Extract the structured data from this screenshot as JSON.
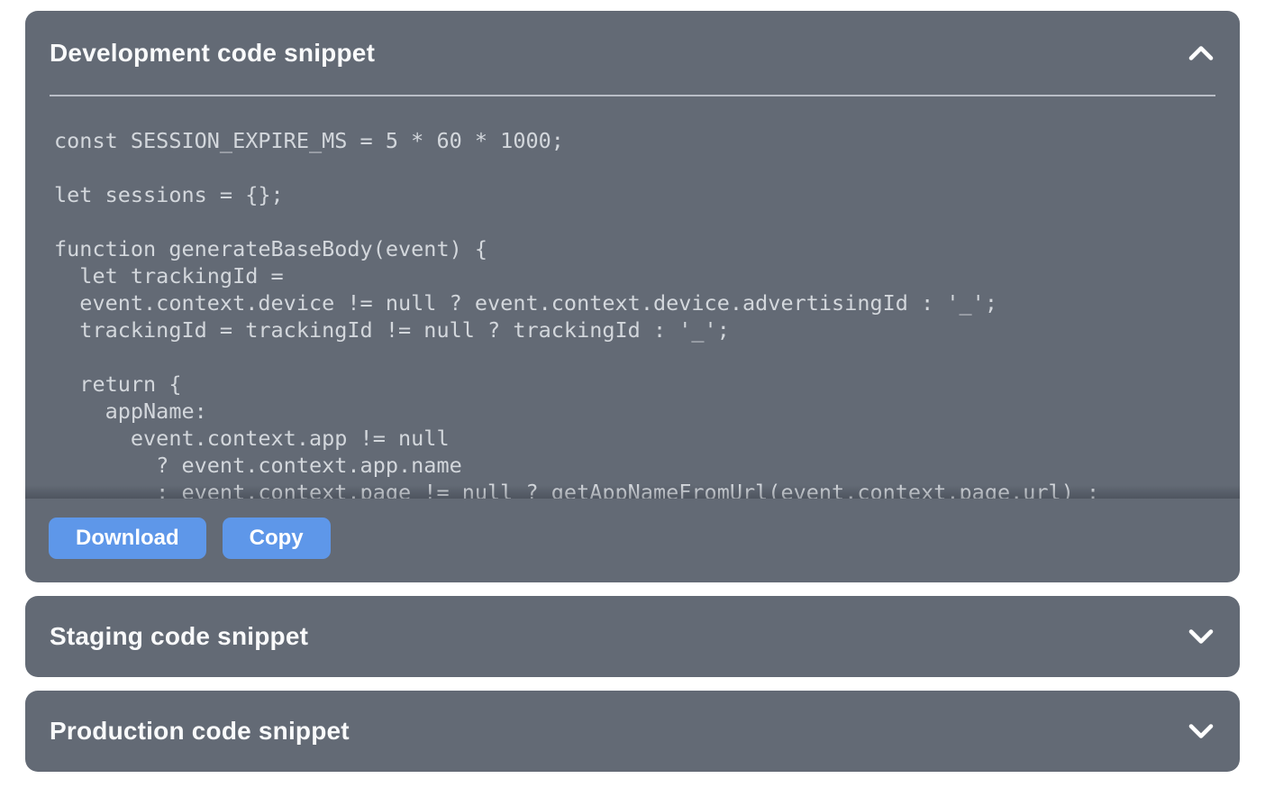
{
  "accordion": {
    "development": {
      "title": "Development code snippet",
      "state": "expanded",
      "toggle_icon": "chevron-up-icon",
      "code": "const SESSION_EXPIRE_MS = 5 * 60 * 1000;\n\nlet sessions = {};\n\nfunction generateBaseBody(event) {\n  let trackingId =\n  event.context.device != null ? event.context.device.advertisingId : '_';\n  trackingId = trackingId != null ? trackingId : '_';\n\n  return {\n    appName:\n      event.context.app != null\n        ? event.context.app.name\n        : event.context.page != null ? getAppNameFromUrl(event.context.page.url) :",
      "buttons": {
        "download_label": "Download",
        "copy_label": "Copy"
      }
    },
    "staging": {
      "title": "Staging code snippet",
      "state": "collapsed",
      "toggle_icon": "chevron-down-icon"
    },
    "production": {
      "title": "Production code snippet",
      "state": "collapsed",
      "toggle_icon": "chevron-down-icon"
    }
  },
  "colors": {
    "page_background": "#ffffff",
    "panel_background": "#636a75",
    "title_text": "#f9fafb",
    "divider": "#b9bec7",
    "code_text": "#d3d7dc",
    "button_background": "#5e97e9",
    "button_text": "#ffffff"
  }
}
